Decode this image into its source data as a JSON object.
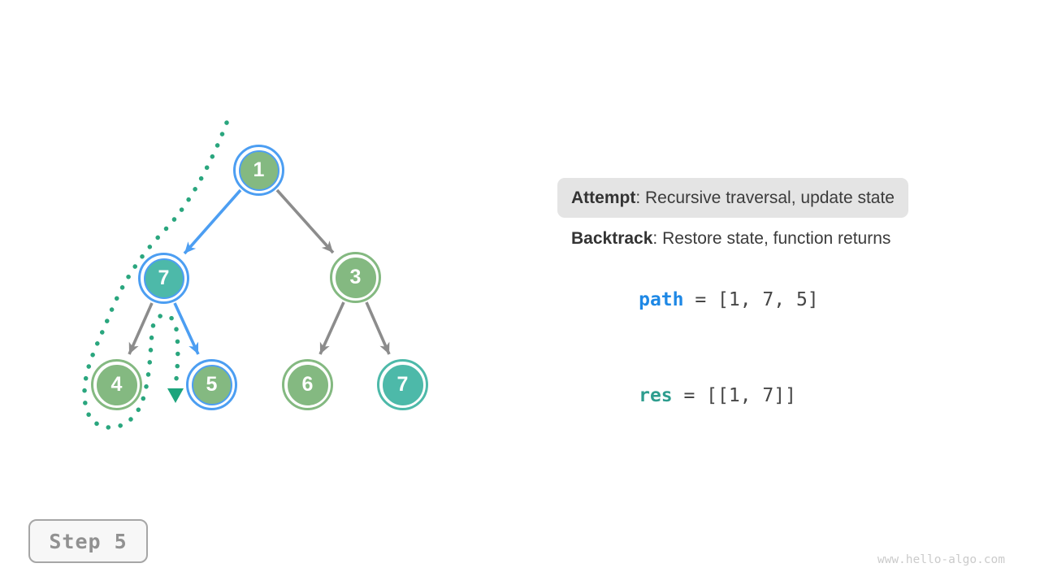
{
  "palette": {
    "node_green_fill": "#84b981",
    "node_teal_fill": "#4db9a9",
    "ring_blue": "#4c9ef2",
    "ring_green": "#84b981",
    "ring_teal": "#4db9a9",
    "edge_gray": "#8c8c8c",
    "edge_blue": "#4c9ef2",
    "trace_green": "#2aa67e",
    "path_var_blue": "#1e88e5",
    "res_var_teal": "#2e9d8e",
    "callout_bg": "#e4e4e4",
    "text_dark": "#3b3b3b"
  },
  "tree": {
    "nodes": [
      {
        "value": "1",
        "fill": "green",
        "ring": "blue"
      },
      {
        "value": "7",
        "fill": "teal",
        "ring": "blue"
      },
      {
        "value": "3",
        "fill": "green",
        "ring": "green"
      },
      {
        "value": "4",
        "fill": "green",
        "ring": "green"
      },
      {
        "value": "5",
        "fill": "green",
        "ring": "blue"
      },
      {
        "value": "6",
        "fill": "green",
        "ring": "green"
      },
      {
        "value": "7",
        "fill": "teal",
        "ring": "teal"
      }
    ],
    "edges": [
      {
        "from": "1",
        "to": "7",
        "color": "blue"
      },
      {
        "from": "1",
        "to": "3",
        "color": "gray"
      },
      {
        "from": "7",
        "to": "4",
        "color": "gray"
      },
      {
        "from": "7",
        "to": "5",
        "color": "blue"
      },
      {
        "from": "3",
        "to": "6",
        "color": "gray"
      },
      {
        "from": "3",
        "to": "7",
        "color": "gray"
      }
    ],
    "trace": "dotted green traversal curve ending with arrowhead left of node 5"
  },
  "panel": {
    "attempt_label": "Attempt",
    "attempt_text": ": Recursive traversal, update state",
    "backtrack_label": "Backtrack",
    "backtrack_text": ": Restore state, function returns",
    "path_var": "path",
    "path_value": " = [1, 7, 5]",
    "res_var": "res",
    "res_value": " = [[1, 7]]"
  },
  "step": {
    "label": "Step 5"
  },
  "watermark": "www.hello-algo.com"
}
